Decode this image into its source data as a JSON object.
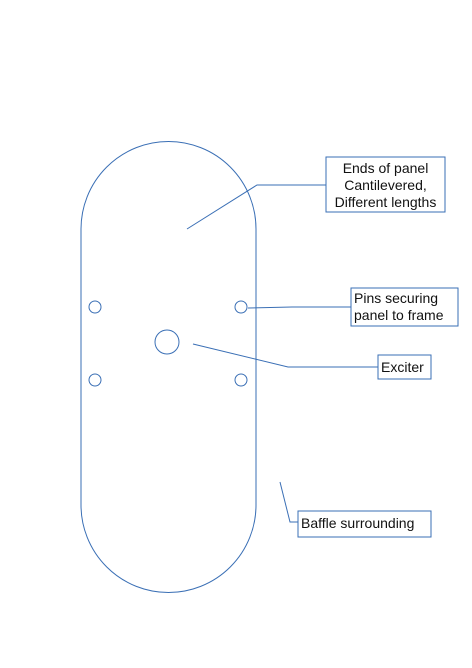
{
  "colors": {
    "outline": "#3a6fb5",
    "text": "#111111",
    "background": "#ffffff"
  },
  "labels": {
    "ends": {
      "lines": [
        "Ends of panel",
        "Cantilevered,",
        "Different lengths"
      ]
    },
    "pins": {
      "lines": [
        "Pins securing",
        "panel to frame"
      ]
    },
    "exciter": {
      "lines": [
        "Exciter"
      ]
    },
    "baffle": {
      "lines": [
        "Baffle surrounding"
      ]
    }
  }
}
